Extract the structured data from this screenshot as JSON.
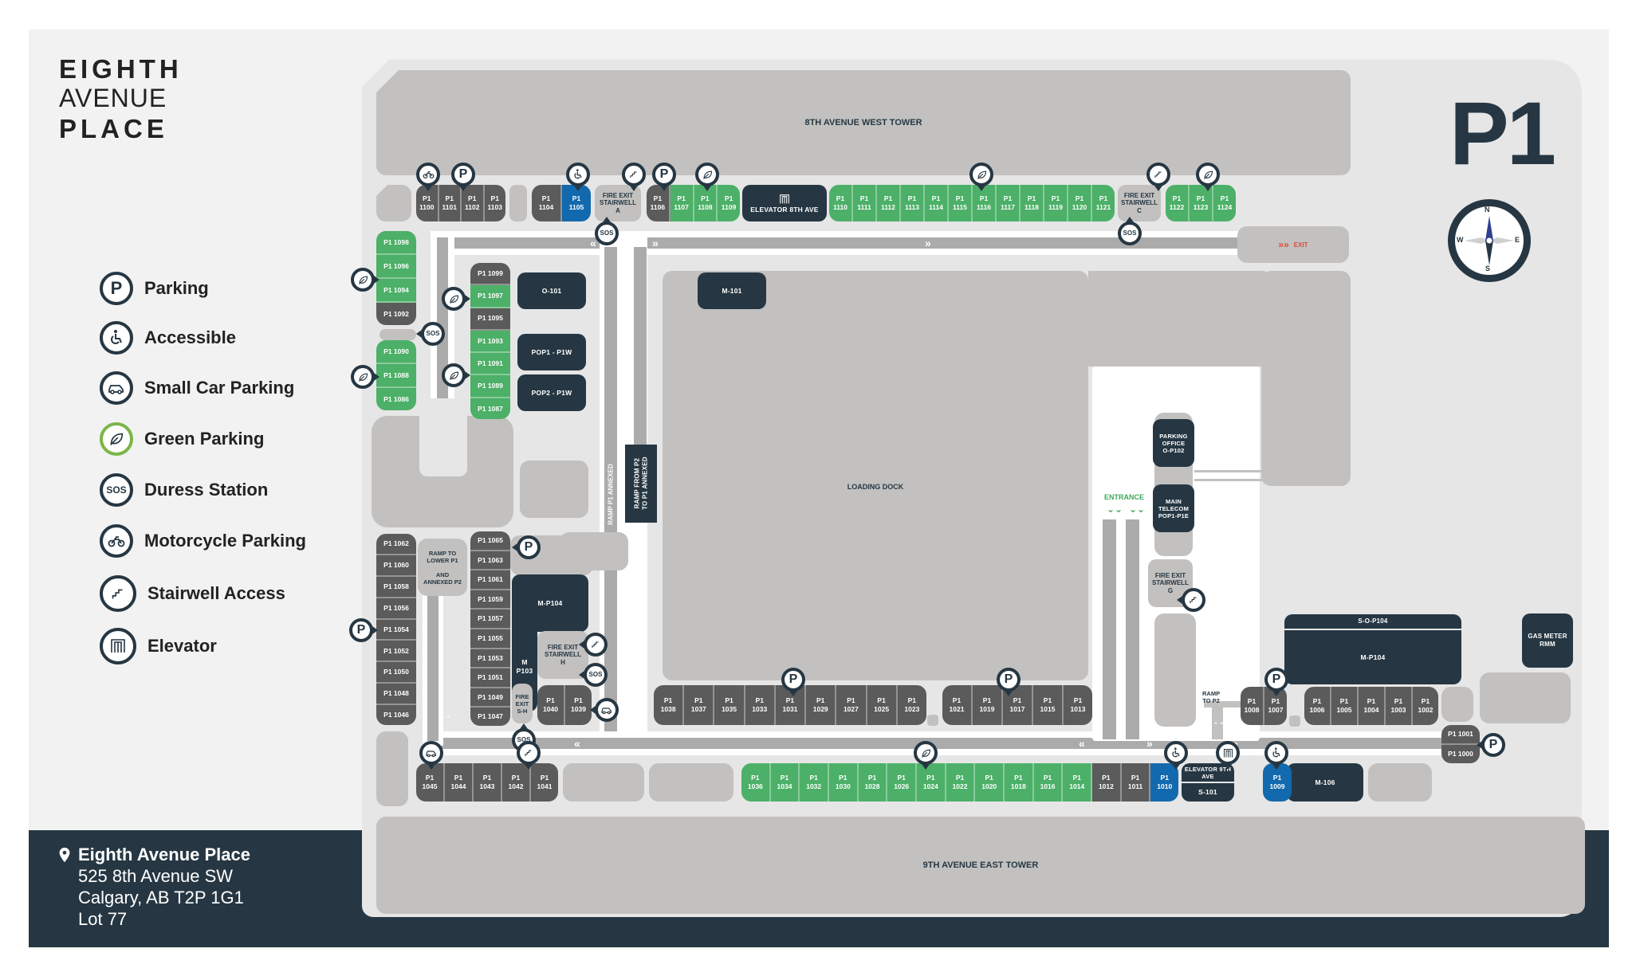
{
  "brand": {
    "line1": "EIGHTH",
    "line2": "AVENUE",
    "line3": "PLACE"
  },
  "level": "P1",
  "compass": {
    "n": "N",
    "s": "S",
    "e": "E",
    "w": "W"
  },
  "legend": [
    {
      "icon": "parking",
      "label": "Parking"
    },
    {
      "icon": "accessible",
      "label": "Accessible"
    },
    {
      "icon": "small-car",
      "label": "Small Car Parking"
    },
    {
      "icon": "green",
      "label": "Green Parking"
    },
    {
      "icon": "sos",
      "label": "Duress Station"
    },
    {
      "icon": "motorcycle",
      "label": "Motorcycle Parking"
    },
    {
      "icon": "stairwell",
      "label": "Stairwell Access"
    },
    {
      "icon": "elevator",
      "label": "Elevator"
    }
  ],
  "address": {
    "name": "Eighth Avenue Place",
    "line1": "525 8th Avenue SW",
    "line2": "Calgary, AB T2P 1G1",
    "line3": "Lot 77"
  },
  "colors": {
    "navy": "#263743",
    "green": "#4cb068",
    "accessible": "#1269ad",
    "regular": "#5b5b5b",
    "exit": "#e0483c"
  },
  "buildings": {
    "west_tower": "8TH AVENUE WEST TOWER",
    "east_tower": "9TH AVENUE EAST TOWER",
    "loading_dock": "LOADING DOCK",
    "exit": "EXIT",
    "exit_chevrons": "»»",
    "entrance": "ENTRANCE",
    "ramp_p1_annexed": "RAMP P1 ANNEXED",
    "ramp_from_p2": "RAMP FROM P2\nTO P1 ANNEXED",
    "ramp_lower": "RAMP TO\nLOWER P1\n\nAND\nANNEXED P2",
    "ramp_to_p2": "RAMP\nTO P2"
  },
  "rooms": {
    "elevator_8th": "ELEVATOR 8TH AVE",
    "elevator_9th": "ELEVATOR 9TH AVE",
    "s101": "S-101",
    "o101": "O-101",
    "pop1": "POP1 - P1W",
    "pop2": "POP2 - P1W",
    "m101": "M-101",
    "mp104_left": "M-P104",
    "mp103": "M\nP103",
    "parking_office": "PARKING\nOFFICE\nO-P102",
    "main_telecom": "MAIN\nTELECOM\nPOP1-P1E",
    "sop104": "S-O-P104",
    "mp104_right": "M-P104",
    "m106": "M-106",
    "gas_meter": "GAS METER\nRMM"
  },
  "stairwells": {
    "a": "FIRE EXIT\nSTAIRWELL\nA",
    "c": "FIRE EXIT\nSTAIRWELL\nC",
    "g": "FIRE EXIT\nSTAIRWELL\nG",
    "h": "FIRE EXIT\nSTAIRWELL\nH",
    "sh": "FIRE\nEXIT\nS-H"
  },
  "stall_groups": {
    "top_a": [
      {
        "id": "P1\n1100",
        "type": "regular"
      },
      {
        "id": "P1\n1101",
        "type": "regular"
      },
      {
        "id": "P1\n1102",
        "type": "regular"
      },
      {
        "id": "P1\n1103",
        "type": "regular"
      }
    ],
    "top_b": [
      {
        "id": "P1\n1104",
        "type": "regular"
      },
      {
        "id": "P1\n1105",
        "type": "accessible"
      }
    ],
    "top_c": [
      {
        "id": "P1\n1106",
        "type": "regular"
      },
      {
        "id": "P1\n1107",
        "type": "green"
      },
      {
        "id": "P1\n1108",
        "type": "green"
      },
      {
        "id": "P1\n1109",
        "type": "green"
      }
    ],
    "top_d": [
      {
        "id": "P1\n1110",
        "type": "green"
      },
      {
        "id": "P1\n1111",
        "type": "green"
      },
      {
        "id": "P1\n1112",
        "type": "green"
      },
      {
        "id": "P1\n1113",
        "type": "green"
      },
      {
        "id": "P1\n1114",
        "type": "green"
      },
      {
        "id": "P1\n1115",
        "type": "green"
      },
      {
        "id": "P1\n1116",
        "type": "green"
      },
      {
        "id": "P1\n1117",
        "type": "green"
      },
      {
        "id": "P1\n1118",
        "type": "green"
      },
      {
        "id": "P1\n1119",
        "type": "green"
      },
      {
        "id": "P1\n1120",
        "type": "green"
      },
      {
        "id": "P1\n1121",
        "type": "green"
      }
    ],
    "top_e": [
      {
        "id": "P1\n1122",
        "type": "green"
      },
      {
        "id": "P1\n1123",
        "type": "green"
      },
      {
        "id": "P1\n1124",
        "type": "green"
      }
    ],
    "left_a": [
      {
        "id": "P1 1098",
        "type": "green"
      },
      {
        "id": "P1 1096",
        "type": "green"
      },
      {
        "id": "P1 1094",
        "type": "green"
      },
      {
        "id": "P1 1092",
        "type": "regular"
      }
    ],
    "left_b": [
      {
        "id": "P1 1090",
        "type": "green"
      },
      {
        "id": "P1 1088",
        "type": "green"
      },
      {
        "id": "P1 1086",
        "type": "green"
      }
    ],
    "inner_a": [
      {
        "id": "P1 1099",
        "type": "regular"
      },
      {
        "id": "P1 1097",
        "type": "green"
      },
      {
        "id": "P1 1095",
        "type": "regular"
      },
      {
        "id": "P1 1093",
        "type": "green"
      },
      {
        "id": "P1 1091",
        "type": "green"
      },
      {
        "id": "P1 1089",
        "type": "green"
      },
      {
        "id": "P1 1087",
        "type": "green"
      }
    ],
    "left_c": [
      {
        "id": "P1 1062",
        "type": "regular"
      },
      {
        "id": "P1 1060",
        "type": "regular"
      },
      {
        "id": "P1 1058",
        "type": "regular"
      },
      {
        "id": "P1 1056",
        "type": "regular"
      },
      {
        "id": "P1 1054",
        "type": "regular"
      },
      {
        "id": "P1 1052",
        "type": "regular"
      },
      {
        "id": "P1 1050",
        "type": "regular"
      },
      {
        "id": "P1 1048",
        "type": "regular"
      },
      {
        "id": "P1 1046",
        "type": "regular"
      }
    ],
    "inner_b": [
      {
        "id": "P1 1065",
        "type": "regular"
      },
      {
        "id": "P1 1063",
        "type": "regular"
      },
      {
        "id": "P1 1061",
        "type": "regular"
      },
      {
        "id": "P1 1059",
        "type": "regular"
      },
      {
        "id": "P1 1057",
        "type": "regular"
      },
      {
        "id": "P1 1055",
        "type": "regular"
      },
      {
        "id": "P1 1053",
        "type": "regular"
      },
      {
        "id": "P1 1051",
        "type": "regular"
      },
      {
        "id": "P1 1049",
        "type": "regular"
      },
      {
        "id": "P1 1047",
        "type": "regular"
      }
    ],
    "small_a": [
      {
        "id": "P1\n1040",
        "type": "regular"
      },
      {
        "id": "P1\n1039",
        "type": "regular"
      }
    ],
    "mid_a": [
      {
        "id": "P1\n1038",
        "type": "regular"
      },
      {
        "id": "P1\n1037",
        "type": "regular"
      },
      {
        "id": "P1\n1035",
        "type": "regular"
      },
      {
        "id": "P1\n1033",
        "type": "regular"
      },
      {
        "id": "P1\n1031",
        "type": "regular"
      },
      {
        "id": "P1\n1029",
        "type": "regular"
      },
      {
        "id": "P1\n1027",
        "type": "regular"
      },
      {
        "id": "P1\n1025",
        "type": "regular"
      },
      {
        "id": "P1\n1023",
        "type": "regular"
      }
    ],
    "mid_b": [
      {
        "id": "P1\n1021",
        "type": "regular"
      },
      {
        "id": "P1\n1019",
        "type": "regular"
      },
      {
        "id": "P1\n1017",
        "type": "regular"
      },
      {
        "id": "P1\n1015",
        "type": "regular"
      },
      {
        "id": "P1\n1013",
        "type": "regular"
      }
    ],
    "bottom_a": [
      {
        "id": "P1\n1045",
        "type": "regular"
      },
      {
        "id": "P1\n1044",
        "type": "regular"
      },
      {
        "id": "P1\n1043",
        "type": "regular"
      },
      {
        "id": "P1\n1042",
        "type": "regular"
      },
      {
        "id": "P1\n1041",
        "type": "regular"
      }
    ],
    "bottom_b": [
      {
        "id": "P1\n1036",
        "type": "green"
      },
      {
        "id": "P1\n1034",
        "type": "green"
      },
      {
        "id": "P1\n1032",
        "type": "green"
      },
      {
        "id": "P1\n1030",
        "type": "green"
      },
      {
        "id": "P1\n1028",
        "type": "green"
      },
      {
        "id": "P1\n1026",
        "type": "green"
      },
      {
        "id": "P1\n1024",
        "type": "green"
      },
      {
        "id": "P1\n1022",
        "type": "green"
      },
      {
        "id": "P1\n1020",
        "type": "green"
      },
      {
        "id": "P1\n1018",
        "type": "green"
      },
      {
        "id": "P1\n1016",
        "type": "green"
      },
      {
        "id": "P1\n1014",
        "type": "green"
      },
      {
        "id": "P1\n1012",
        "type": "regular"
      },
      {
        "id": "P1\n1011",
        "type": "regular"
      },
      {
        "id": "P1\n1010",
        "type": "accessible"
      }
    ],
    "bottom_c": [
      {
        "id": "P1\n1009",
        "type": "accessible"
      }
    ],
    "right_a": [
      {
        "id": "P1\n1008",
        "type": "regular"
      },
      {
        "id": "P1\n1007",
        "type": "regular"
      }
    ],
    "right_b": [
      {
        "id": "P1\n1006",
        "type": "regular"
      },
      {
        "id": "P1\n1005",
        "type": "regular"
      },
      {
        "id": "P1\n1004",
        "type": "regular"
      },
      {
        "id": "P1\n1003",
        "type": "regular"
      },
      {
        "id": "P1\n1002",
        "type": "regular"
      }
    ],
    "right_c": [
      {
        "id": "P1 1001",
        "type": "regular"
      },
      {
        "id": "P1 1000",
        "type": "regular"
      }
    ]
  },
  "pins": [
    {
      "icon": "motorcycle",
      "dir": "down",
      "near": "P1 1100"
    },
    {
      "icon": "parking",
      "dir": "down",
      "near": "P1 1101/1102"
    },
    {
      "icon": "accessible",
      "dir": "down",
      "near": "P1 1105"
    },
    {
      "icon": "stairwell",
      "dir": "down",
      "near": "Stairwell A"
    },
    {
      "icon": "parking",
      "dir": "down",
      "near": "P1 1106"
    },
    {
      "icon": "green",
      "dir": "down",
      "near": "P1 1108"
    },
    {
      "icon": "green",
      "dir": "down",
      "near": "P1 1115/1116"
    },
    {
      "icon": "stairwell",
      "dir": "down",
      "near": "Stairwell C"
    },
    {
      "icon": "green",
      "dir": "down",
      "near": "P1 1123"
    },
    {
      "icon": "sos",
      "dir": "up",
      "near": "Stairwell A"
    },
    {
      "icon": "sos",
      "dir": "up",
      "near": "Stairwell C"
    },
    {
      "icon": "green",
      "dir": "right",
      "near": "P1 1094/1096"
    },
    {
      "icon": "sos",
      "dir": "left",
      "near": "left column"
    },
    {
      "icon": "green",
      "dir": "right",
      "near": "P1 1088"
    },
    {
      "icon": "green",
      "dir": "right",
      "near": "P1 1097"
    },
    {
      "icon": "green",
      "dir": "right",
      "near": "P1 1089/1091"
    },
    {
      "icon": "parking",
      "dir": "left",
      "near": "P1 1065"
    },
    {
      "icon": "parking",
      "dir": "right",
      "near": "P1 1054"
    },
    {
      "icon": "stairwell",
      "dir": "left",
      "near": "Stairwell H"
    },
    {
      "icon": "sos",
      "dir": "left",
      "near": "Stairwell H"
    },
    {
      "icon": "small-car",
      "dir": "left",
      "near": "P1 1039"
    },
    {
      "icon": "sos",
      "dir": "up",
      "near": "Fire exit S-H"
    },
    {
      "icon": "parking",
      "dir": "down",
      "near": "P1 1031"
    },
    {
      "icon": "parking",
      "dir": "down",
      "near": "P1 1019/1017"
    },
    {
      "icon": "stairwell",
      "dir": "left",
      "near": "Stairwell G"
    },
    {
      "icon": "parking",
      "dir": "down",
      "near": "P1 1008/1007"
    },
    {
      "icon": "parking",
      "dir": "left",
      "near": "P1 1001/1000"
    },
    {
      "icon": "small-car",
      "dir": "down",
      "near": "P1 1045"
    },
    {
      "icon": "stairwell",
      "dir": "down",
      "near": "P1 1042"
    },
    {
      "icon": "green",
      "dir": "down",
      "near": "P1 1026/1024"
    },
    {
      "icon": "accessible",
      "dir": "down",
      "near": "P1 1010"
    },
    {
      "icon": "elevator",
      "dir": "down",
      "near": "Elevator 9th Ave"
    },
    {
      "icon": "accessible",
      "dir": "down",
      "near": "P1 1009"
    }
  ],
  "arrows": {
    "left": "«",
    "right": "»",
    "up": "⌃⌃",
    "down": "⌄⌄"
  }
}
